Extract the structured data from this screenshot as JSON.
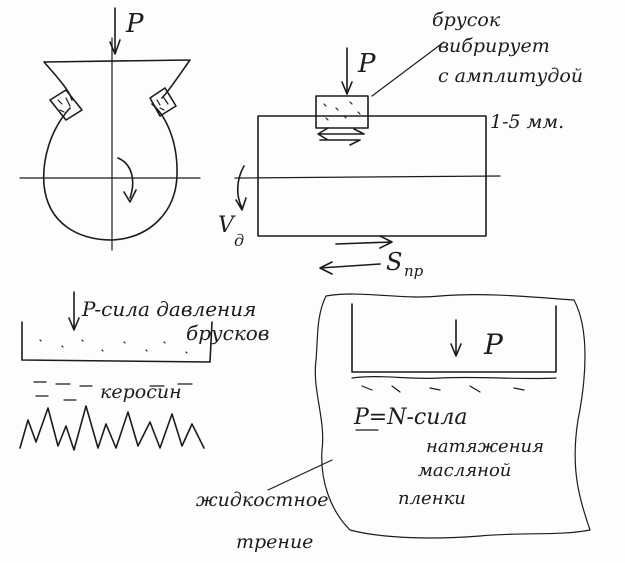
{
  "colors": {
    "ink": "#1c1c1c",
    "paper": "#fdfdfc"
  },
  "fig1": {
    "force": "P"
  },
  "fig2": {
    "force": "P",
    "note_lines": [
      "брусок",
      "вибрирует",
      "с амплитудой",
      "1-5 мм."
    ],
    "velocity": "V",
    "velocity_sub": "д",
    "feed": "S",
    "feed_sub": "пр"
  },
  "fig3": {
    "force_label": "P-сила давления",
    "force_label_2": "брусков",
    "liquid": "керосин"
  },
  "fig4": {
    "force": "P",
    "formula": "P=N-сила",
    "desc_lines": [
      "натяжения",
      "масляной",
      "пленки"
    ],
    "friction_lines": [
      "жидкостное",
      "трение"
    ]
  }
}
